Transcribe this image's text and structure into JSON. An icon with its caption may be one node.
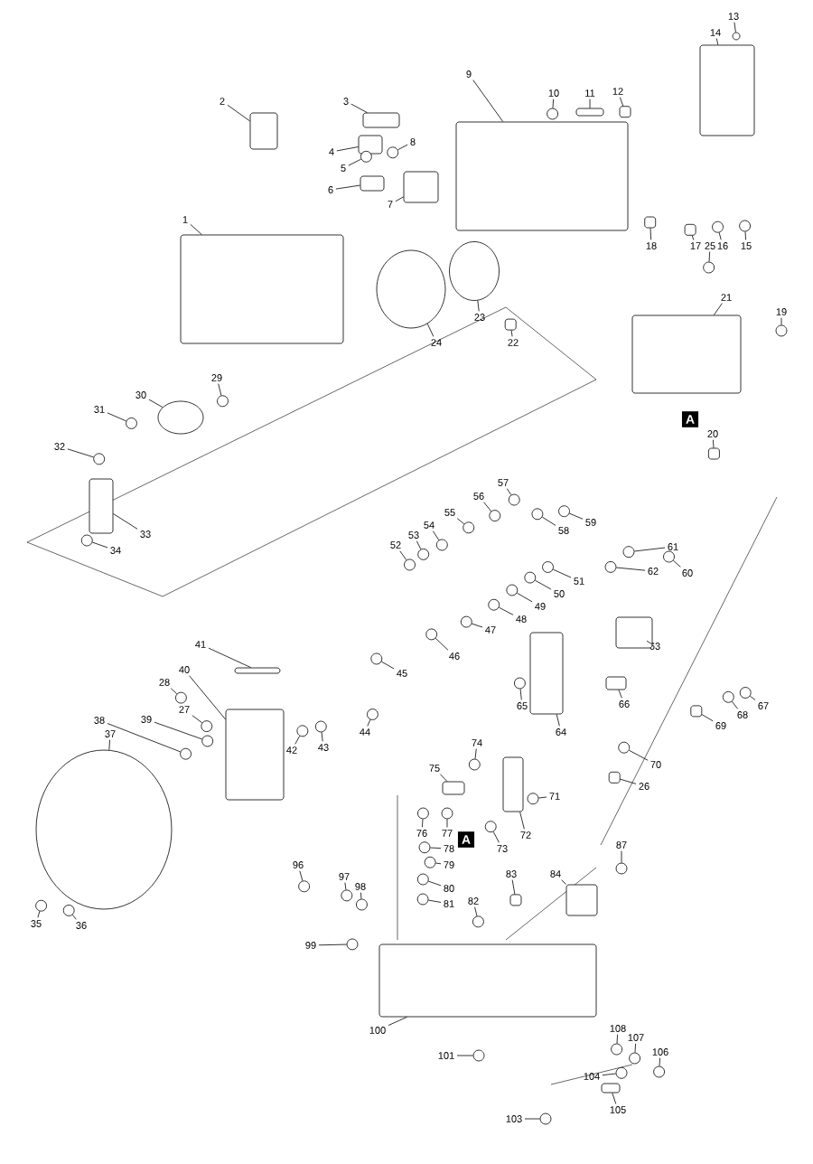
{
  "diagram": {
    "nodes": [
      {
        "text": [
          "1"
        ]
      },
      {
        "text": [
          "2"
        ]
      },
      {
        "text": [
          "3"
        ]
      },
      {
        "text": [
          "4"
        ]
      },
      {
        "text": [
          "5"
        ]
      },
      {
        "text": [
          "6"
        ]
      },
      {
        "text": [
          "7"
        ]
      },
      {
        "text": [
          "8"
        ]
      },
      {
        "text": [
          "9"
        ]
      },
      {
        "text": [
          "10"
        ]
      },
      {
        "text": [
          "11"
        ]
      },
      {
        "text": [
          "12"
        ]
      },
      {
        "text": [
          "13"
        ]
      },
      {
        "text": [
          "14"
        ]
      },
      {
        "text": [
          "15"
        ]
      },
      {
        "text": [
          "16"
        ]
      },
      {
        "text": [
          "17"
        ]
      },
      {
        "text": [
          "18"
        ]
      },
      {
        "text": [
          "19"
        ]
      },
      {
        "text": [
          "20"
        ]
      },
      {
        "text": [
          "21"
        ]
      },
      {
        "text": [
          "22"
        ]
      },
      {
        "text": [
          "23"
        ]
      },
      {
        "text": [
          "24"
        ]
      },
      {
        "text": [
          "25"
        ]
      },
      {
        "text": [
          "26"
        ]
      },
      {
        "text": [
          "27"
        ]
      },
      {
        "text": [
          "28"
        ]
      },
      {
        "text": [
          "29"
        ]
      },
      {
        "text": [
          "30"
        ]
      },
      {
        "text": [
          "31"
        ]
      },
      {
        "text": [
          "32"
        ]
      },
      {
        "text": [
          "33"
        ]
      },
      {
        "text": [
          "34"
        ]
      },
      {
        "text": [
          "35"
        ]
      },
      {
        "text": [
          "36"
        ]
      },
      {
        "text": [
          "37"
        ]
      },
      {
        "text": [
          "38"
        ]
      },
      {
        "text": [
          "39"
        ]
      },
      {
        "text": [
          "40"
        ]
      },
      {
        "text": [
          "41"
        ]
      },
      {
        "text": [
          "42"
        ]
      },
      {
        "text": [
          "43"
        ]
      },
      {
        "text": [
          "44"
        ]
      },
      {
        "text": [
          "45"
        ]
      },
      {
        "text": [
          "46"
        ]
      },
      {
        "text": [
          "47"
        ]
      },
      {
        "text": [
          "48"
        ]
      },
      {
        "text": [
          "49"
        ]
      },
      {
        "text": [
          "50"
        ]
      },
      {
        "text": [
          "51"
        ]
      },
      {
        "text": [
          "52"
        ]
      },
      {
        "text": [
          "53"
        ]
      },
      {
        "text": [
          "54"
        ]
      },
      {
        "text": [
          "55"
        ]
      },
      {
        "text": [
          "56"
        ]
      },
      {
        "text": [
          "57"
        ]
      },
      {
        "text": [
          "58"
        ]
      },
      {
        "text": [
          "59"
        ]
      },
      {
        "text": [
          "60"
        ]
      },
      {
        "text": [
          "61"
        ]
      },
      {
        "text": [
          "62"
        ]
      },
      {
        "text": [
          "63"
        ]
      },
      {
        "text": [
          "64"
        ]
      },
      {
        "text": [
          "65"
        ]
      },
      {
        "text": [
          "66"
        ]
      },
      {
        "text": [
          "67"
        ]
      },
      {
        "text": [
          "68"
        ]
      },
      {
        "text": [
          "69"
        ]
      },
      {
        "text": [
          "70"
        ]
      },
      {
        "text": [
          "71"
        ]
      },
      {
        "text": [
          "72"
        ]
      },
      {
        "text": [
          "73"
        ]
      },
      {
        "text": [
          "74"
        ]
      },
      {
        "text": [
          "75"
        ]
      },
      {
        "text": [
          "76"
        ]
      },
      {
        "text": [
          "77"
        ]
      },
      {
        "text": [
          "78"
        ]
      },
      {
        "text": [
          "79"
        ]
      },
      {
        "text": [
          "80"
        ]
      },
      {
        "text": [
          "81"
        ]
      },
      {
        "text": [
          "82"
        ]
      },
      {
        "text": [
          "83"
        ]
      },
      {
        "text": [
          "84"
        ]
      },
      {
        "text": [
          "87"
        ]
      },
      {
        "text": [
          "96"
        ]
      },
      {
        "text": [
          "97"
        ]
      },
      {
        "text": [
          "98"
        ]
      },
      {
        "text": [
          "99"
        ]
      },
      {
        "text": [
          "100"
        ]
      },
      {
        "text": [
          "101"
        ]
      },
      {
        "text": [
          "103"
        ]
      },
      {
        "text": [
          "104"
        ]
      },
      {
        "text": [
          "105"
        ]
      },
      {
        "text": [
          "106"
        ]
      },
      {
        "text": [
          "107"
        ]
      },
      {
        "text": [
          "108"
        ]
      },
      {
        "text": [],
        "shape": "box"
      },
      {
        "text": [],
        "shape": "box"
      },
      {
        "text": [],
        "shape": "box"
      },
      {
        "text": [],
        "shape": "box"
      },
      {
        "text": [],
        "shape": "circle"
      },
      {
        "text": [],
        "shape": "box"
      },
      {
        "text": [],
        "shape": "box"
      },
      {
        "text": [],
        "shape": "circle"
      },
      {
        "text": [],
        "shape": "box"
      },
      {
        "text": [],
        "shape": "circle"
      },
      {
        "text": [],
        "shape": "box"
      },
      {
        "text": [],
        "shape": "box"
      },
      {
        "text": [],
        "shape": "circle"
      },
      {
        "text": [],
        "shape": "box"
      },
      {
        "text": [],
        "shape": "circle"
      },
      {
        "text": [],
        "shape": "circle"
      },
      {
        "text": [],
        "shape": "box"
      },
      {
        "text": [],
        "shape": "box"
      },
      {
        "text": [],
        "shape": "circle"
      },
      {
        "text": [],
        "shape": "box"
      },
      {
        "text": [],
        "shape": "box"
      },
      {
        "text": [],
        "shape": "box"
      },
      {
        "text": [],
        "shape": "circle"
      },
      {
        "text": [],
        "shape": "circle"
      },
      {
        "text": [],
        "shape": "circle"
      },
      {
        "text": [],
        "shape": "box"
      },
      {
        "text": [],
        "shape": "circle"
      },
      {
        "text": [],
        "shape": "circle"
      },
      {
        "text": [],
        "shape": "circle"
      },
      {
        "text": [],
        "shape": "circle"
      },
      {
        "text": [],
        "shape": "circle"
      },
      {
        "text": [],
        "shape": "circle"
      },
      {
        "text": [],
        "shape": "box"
      },
      {
        "text": [],
        "shape": "circle"
      },
      {
        "text": [],
        "shape": "circle"
      },
      {
        "text": [],
        "shape": "circle"
      },
      {
        "text": [],
        "shape": "circle"
      },
      {
        "text": [],
        "shape": "circle"
      },
      {
        "text": [],
        "shape": "circle"
      },
      {
        "text": [],
        "shape": "box"
      },
      {
        "text": [],
        "shape": "box"
      },
      {
        "text": [],
        "shape": "circle"
      },
      {
        "text": [],
        "shape": "circle"
      },
      {
        "text": [],
        "shape": "circle"
      },
      {
        "text": [],
        "shape": "circle"
      },
      {
        "text": [],
        "shape": "circle"
      },
      {
        "text": [],
        "shape": "circle"
      },
      {
        "text": [],
        "shape": "circle"
      },
      {
        "text": [],
        "shape": "circle"
      },
      {
        "text": [],
        "shape": "circle"
      },
      {
        "text": [],
        "shape": "circle"
      },
      {
        "text": [],
        "shape": "circle"
      },
      {
        "text": [],
        "shape": "circle"
      },
      {
        "text": [],
        "shape": "circle"
      },
      {
        "text": [],
        "shape": "circle"
      },
      {
        "text": [],
        "shape": "circle"
      },
      {
        "text": [],
        "shape": "circle"
      },
      {
        "text": [],
        "shape": "circle"
      },
      {
        "text": [],
        "shape": "circle"
      },
      {
        "text": [],
        "shape": "circle"
      },
      {
        "text": [],
        "shape": "circle"
      },
      {
        "text": [],
        "shape": "circle"
      },
      {
        "text": [],
        "shape": "box"
      },
      {
        "text": [],
        "shape": "box"
      },
      {
        "text": [],
        "shape": "circle"
      },
      {
        "text": [],
        "shape": "box"
      },
      {
        "text": [],
        "shape": "circle"
      },
      {
        "text": [],
        "shape": "circle"
      },
      {
        "text": [],
        "shape": "box"
      },
      {
        "text": [],
        "shape": "circle"
      },
      {
        "text": [],
        "shape": "circle"
      },
      {
        "text": [],
        "shape": "box"
      },
      {
        "text": [],
        "shape": "circle"
      },
      {
        "text": [],
        "shape": "circle"
      },
      {
        "text": [],
        "shape": "box"
      },
      {
        "text": [],
        "shape": "circle"
      },
      {
        "text": [],
        "shape": "circle"
      },
      {
        "text": [],
        "shape": "circle"
      },
      {
        "text": [],
        "shape": "circle"
      },
      {
        "text": [],
        "shape": "circle"
      },
      {
        "text": [],
        "shape": "circle"
      },
      {
        "text": [],
        "shape": "circle"
      },
      {
        "text": [],
        "shape": "box"
      },
      {
        "text": [],
        "shape": "box"
      },
      {
        "text": [],
        "shape": "circle"
      },
      {
        "text": [],
        "shape": "circle"
      },
      {
        "text": [],
        "shape": "circle"
      },
      {
        "text": [],
        "shape": "circle"
      },
      {
        "text": [],
        "shape": "circle"
      },
      {
        "text": [],
        "shape": "box"
      },
      {
        "text": [],
        "shape": "circle"
      },
      {
        "text": [],
        "shape": "circle"
      },
      {
        "text": [],
        "shape": "circle"
      },
      {
        "text": [],
        "shape": "box"
      },
      {
        "text": [],
        "shape": "circle"
      },
      {
        "text": [],
        "shape": "circle"
      },
      {
        "text": [],
        "shape": "circle"
      }
    ],
    "edges": [
      {
        "from": 0,
        "to": 97,
        "arrow": "none"
      },
      {
        "from": 1,
        "to": 98,
        "arrow": "none"
      },
      {
        "from": 2,
        "to": 99,
        "arrow": "none"
      },
      {
        "from": 3,
        "to": 100,
        "arrow": "none"
      },
      {
        "from": 4,
        "to": 101,
        "arrow": "none"
      },
      {
        "from": 5,
        "to": 102,
        "arrow": "none"
      },
      {
        "from": 6,
        "to": 103,
        "arrow": "none"
      },
      {
        "from": 7,
        "to": 104,
        "arrow": "none"
      },
      {
        "from": 8,
        "to": 105,
        "arrow": "none"
      },
      {
        "from": 9,
        "to": 106,
        "arrow": "none"
      },
      {
        "from": 10,
        "to": 107,
        "arrow": "none"
      },
      {
        "from": 11,
        "to": 108,
        "arrow": "none"
      },
      {
        "from": 12,
        "to": 109,
        "arrow": "none"
      },
      {
        "from": 13,
        "to": 110,
        "arrow": "none"
      },
      {
        "from": 14,
        "to": 111,
        "arrow": "none"
      },
      {
        "from": 15,
        "to": 112,
        "arrow": "none"
      },
      {
        "from": 16,
        "to": 113,
        "arrow": "none"
      },
      {
        "from": 17,
        "to": 114,
        "arrow": "none"
      },
      {
        "from": 18,
        "to": 115,
        "arrow": "none"
      },
      {
        "from": 19,
        "to": 116,
        "arrow": "none"
      },
      {
        "from": 20,
        "to": 117,
        "arrow": "none"
      },
      {
        "from": 21,
        "to": 118,
        "arrow": "none"
      },
      {
        "from": 22,
        "to": 119,
        "arrow": "none"
      },
      {
        "from": 23,
        "to": 120,
        "arrow": "none"
      },
      {
        "from": 24,
        "to": 121,
        "arrow": "none"
      },
      {
        "from": 25,
        "to": 122,
        "arrow": "none"
      },
      {
        "from": 26,
        "to": 123,
        "arrow": "none"
      },
      {
        "from": 27,
        "to": 124,
        "arrow": "none"
      },
      {
        "from": 28,
        "to": 125,
        "arrow": "none"
      },
      {
        "from": 29,
        "to": 126,
        "arrow": "none"
      },
      {
        "from": 30,
        "to": 127,
        "arrow": "none"
      },
      {
        "from": 31,
        "to": 128,
        "arrow": "none"
      },
      {
        "from": 32,
        "to": 129,
        "arrow": "none"
      },
      {
        "from": 33,
        "to": 130,
        "arrow": "none"
      },
      {
        "from": 34,
        "to": 131,
        "arrow": "none"
      },
      {
        "from": 35,
        "to": 132,
        "arrow": "none"
      },
      {
        "from": 36,
        "to": 133,
        "arrow": "none"
      },
      {
        "from": 37,
        "to": 134,
        "arrow": "none"
      },
      {
        "from": 38,
        "to": 135,
        "arrow": "none"
      },
      {
        "from": 39,
        "to": 136,
        "arrow": "none"
      },
      {
        "from": 40,
        "to": 137,
        "arrow": "none"
      },
      {
        "from": 41,
        "to": 138,
        "arrow": "none"
      },
      {
        "from": 42,
        "to": 139,
        "arrow": "none"
      },
      {
        "from": 43,
        "to": 140,
        "arrow": "none"
      },
      {
        "from": 44,
        "to": 141,
        "arrow": "none"
      },
      {
        "from": 45,
        "to": 142,
        "arrow": "none"
      },
      {
        "from": 46,
        "to": 143,
        "arrow": "none"
      },
      {
        "from": 47,
        "to": 144,
        "arrow": "none"
      },
      {
        "from": 48,
        "to": 145,
        "arrow": "none"
      },
      {
        "from": 49,
        "to": 146,
        "arrow": "none"
      },
      {
        "from": 50,
        "to": 147,
        "arrow": "none"
      },
      {
        "from": 51,
        "to": 148,
        "arrow": "none"
      },
      {
        "from": 52,
        "to": 149,
        "arrow": "none"
      },
      {
        "from": 53,
        "to": 150,
        "arrow": "none"
      },
      {
        "from": 54,
        "to": 151,
        "arrow": "none"
      },
      {
        "from": 55,
        "to": 152,
        "arrow": "none"
      },
      {
        "from": 56,
        "to": 153,
        "arrow": "none"
      },
      {
        "from": 57,
        "to": 154,
        "arrow": "none"
      },
      {
        "from": 58,
        "to": 155,
        "arrow": "none"
      },
      {
        "from": 59,
        "to": 156,
        "arrow": "none"
      },
      {
        "from": 60,
        "to": 157,
        "arrow": "none"
      },
      {
        "from": 61,
        "to": 158,
        "arrow": "none"
      },
      {
        "from": 62,
        "to": 159,
        "arrow": "none"
      },
      {
        "from": 63,
        "to": 160,
        "arrow": "none"
      },
      {
        "from": 64,
        "to": 161,
        "arrow": "none"
      },
      {
        "from": 65,
        "to": 162,
        "arrow": "none"
      },
      {
        "from": 66,
        "to": 163,
        "arrow": "none"
      },
      {
        "from": 67,
        "to": 164,
        "arrow": "none"
      },
      {
        "from": 68,
        "to": 165,
        "arrow": "none"
      },
      {
        "from": 69,
        "to": 166,
        "arrow": "none"
      },
      {
        "from": 70,
        "to": 167,
        "arrow": "none"
      },
      {
        "from": 71,
        "to": 168,
        "arrow": "none"
      },
      {
        "from": 72,
        "to": 169,
        "arrow": "none"
      },
      {
        "from": 73,
        "to": 170,
        "arrow": "none"
      },
      {
        "from": 74,
        "to": 171,
        "arrow": "none"
      },
      {
        "from": 75,
        "to": 172,
        "arrow": "none"
      },
      {
        "from": 76,
        "to": 173,
        "arrow": "none"
      },
      {
        "from": 77,
        "to": 174,
        "arrow": "none"
      },
      {
        "from": 78,
        "to": 175,
        "arrow": "none"
      },
      {
        "from": 79,
        "to": 176,
        "arrow": "none"
      },
      {
        "from": 80,
        "to": 177,
        "arrow": "none"
      },
      {
        "from": 81,
        "to": 178,
        "arrow": "none"
      },
      {
        "from": 82,
        "to": 179,
        "arrow": "none"
      },
      {
        "from": 83,
        "to": 180,
        "arrow": "none"
      },
      {
        "from": 84,
        "to": 181,
        "arrow": "none"
      },
      {
        "from": 85,
        "to": 182,
        "arrow": "none"
      },
      {
        "from": 86,
        "to": 183,
        "arrow": "none"
      },
      {
        "from": 87,
        "to": 184,
        "arrow": "none"
      },
      {
        "from": 88,
        "to": 185,
        "arrow": "none"
      },
      {
        "from": 89,
        "to": 186,
        "arrow": "none"
      },
      {
        "from": 90,
        "to": 187,
        "arrow": "none"
      },
      {
        "from": 91,
        "to": 188,
        "arrow": "none"
      },
      {
        "from": 92,
        "to": 189,
        "arrow": "none"
      },
      {
        "from": 93,
        "to": 190,
        "arrow": "none"
      },
      {
        "from": 94,
        "to": 191,
        "arrow": "none"
      },
      {
        "from": 95,
        "to": 192,
        "arrow": "none"
      },
      {
        "from": 96,
        "to": 193,
        "arrow": "none"
      }
    ],
    "labels": [
      "A",
      "A"
    ]
  }
}
